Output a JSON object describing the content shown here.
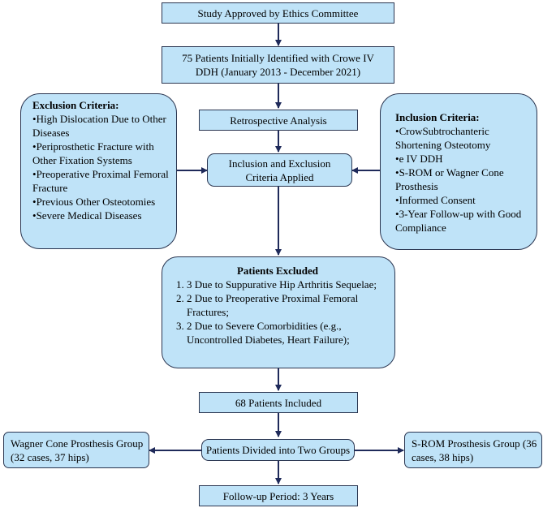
{
  "nodes": {
    "ethics": "Study Approved by Ethics Committee",
    "identified": "75 Patients Initially Identified with Crowe IV DDH (January 2013 - December 2021)",
    "retrospective": "Retrospective Analysis",
    "criteria_applied": "Inclusion and Exclusion Criteria Applied",
    "included": "68 Patients Included",
    "divided": "Patients Divided into Two Groups",
    "followup": "Follow-up Period: 3 Years",
    "wagner": "Wagner Cone Prosthesis Group (32 cases, 37 hips)",
    "srom": "S-ROM Prosthesis Group (36 cases, 38 hips)"
  },
  "exclusion": {
    "title": "Exclusion Criteria:",
    "items": [
      "High Dislocation Due to Other Diseases",
      "Periprosthetic Fracture with Other Fixation Systems",
      "Preoperative Proximal Femoral Fracture",
      "Previous Other Osteotomies",
      "Severe Medical Diseases"
    ]
  },
  "inclusion": {
    "title": "Inclusion Criteria:",
    "items": [
      "CrowSubtrochanteric Shortening Osteotomy",
      "e IV DDH",
      "S-ROM or Wagner Cone Prosthesis",
      "Informed Consent",
      "3-Year Follow-up with Good Compliance"
    ]
  },
  "excluded": {
    "title": "Patients Excluded",
    "items": [
      "3 Due to Suppurative Hip Arthritis Sequelae;",
      "2 Due to Preoperative Proximal Femoral Fractures;",
      "2 Due to Severe Comorbidities (e.g., Uncontrolled Diabetes, Heart Failure);"
    ]
  },
  "colors": {
    "box_fill": "#bfe3f8",
    "box_border": "#2a3550",
    "arrow": "#1f2a5a"
  }
}
